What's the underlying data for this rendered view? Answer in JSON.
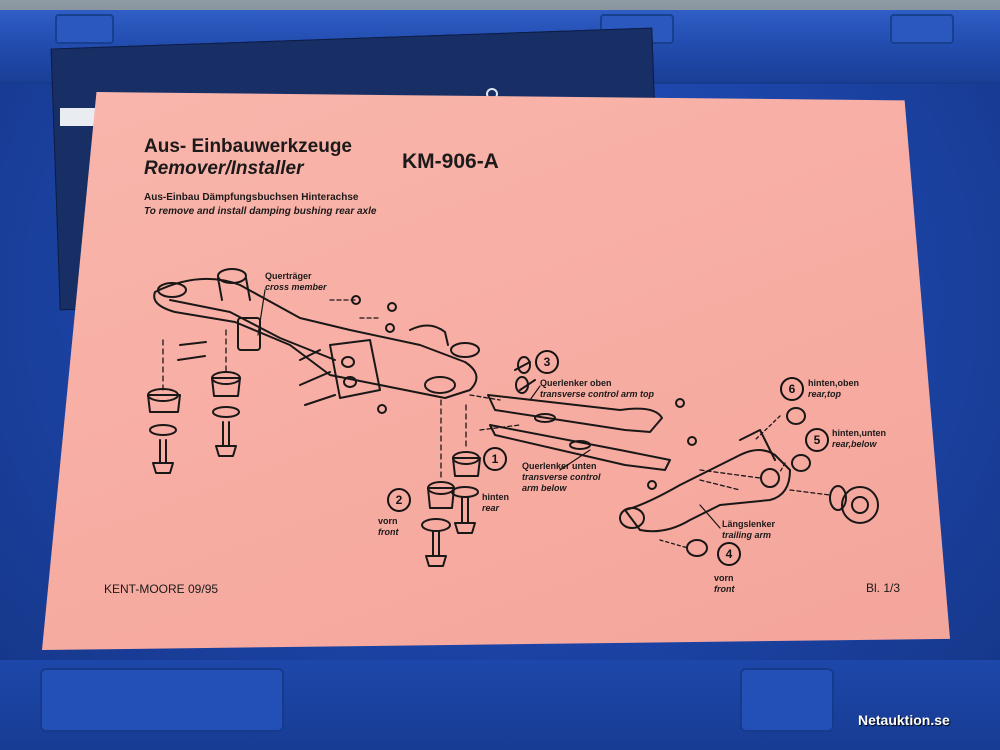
{
  "sheet": {
    "title_de": "Aus- Einbauwerkzeuge",
    "title_en": "Remover/Installer",
    "model": "KM-906-A",
    "subtitle_de": "Aus-Einbau Dämpfungsbuchsen Hinterachse",
    "subtitle_en": "To remove and install damping bushing rear axle",
    "footer_left": "KENT-MOORE  09/95",
    "footer_right": "Bl. 1/3"
  },
  "labels": {
    "cross_member_de": "Querträger",
    "cross_member_en": "cross member",
    "arm_top_de": "Querlenker oben",
    "arm_top_en": "transverse control arm top",
    "arm_below_de": "Querlenker unten",
    "arm_below_en_1": "transverse control",
    "arm_below_en_2": "arm below",
    "rear_de": "hinten",
    "rear_en": "rear",
    "front_de": "vorn",
    "front_en": "front",
    "rear_top_de": "hinten,oben",
    "rear_top_en": "rear,top",
    "rear_below_de": "hinten,unten",
    "rear_below_en": "rear,below",
    "trailing_de": "Längslenker",
    "trailing_en": "trailing arm",
    "front4_de": "vorn",
    "front4_en": "front"
  },
  "callouts": {
    "c1": "1",
    "c2": "2",
    "c3": "3",
    "c4": "4",
    "c5": "5",
    "c6": "6"
  },
  "watermark": "Netauktion.se",
  "colors": {
    "case_blue": "#1d46ab",
    "paper_pink": "#f7aca2",
    "ink": "#1c1a1a"
  }
}
